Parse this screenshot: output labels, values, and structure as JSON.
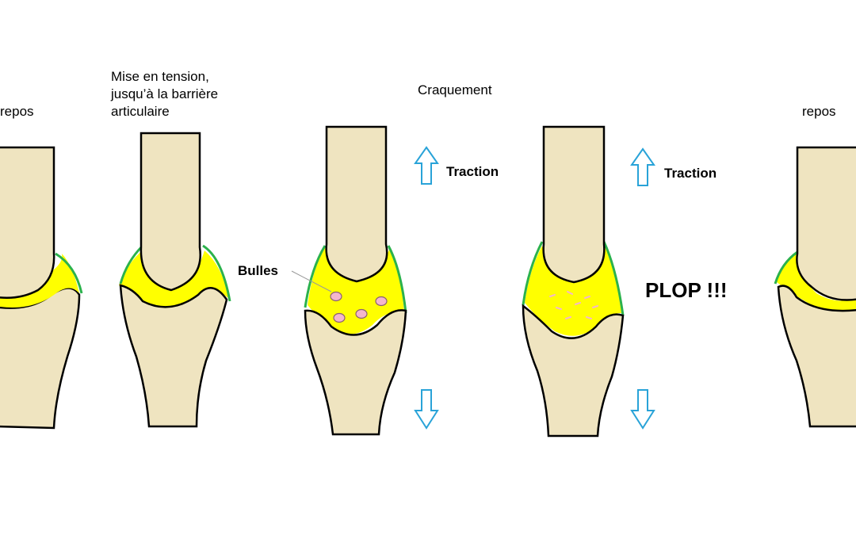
{
  "stages": [
    {
      "label": "repos"
    },
    {
      "label": "Mise en tension,\njusqu’à la barrière\narticulaire"
    },
    {
      "label": "Craquement",
      "arrow_label": "Traction",
      "callout": "Bulles"
    },
    {
      "arrow_label": "Traction",
      "event": "PLOP !!!"
    },
    {
      "label": "repos"
    }
  ],
  "colors": {
    "bone": "#efe4c0",
    "outline": "#000000",
    "synovial_fluid": "#ffff00",
    "capsule": "#2bb24c",
    "bubble": "#f4b6cc",
    "bubble_outline": "#8a6070",
    "arrow": "#29a3d8"
  },
  "icons": [
    "arrow-up-icon",
    "arrow-down-icon"
  ]
}
